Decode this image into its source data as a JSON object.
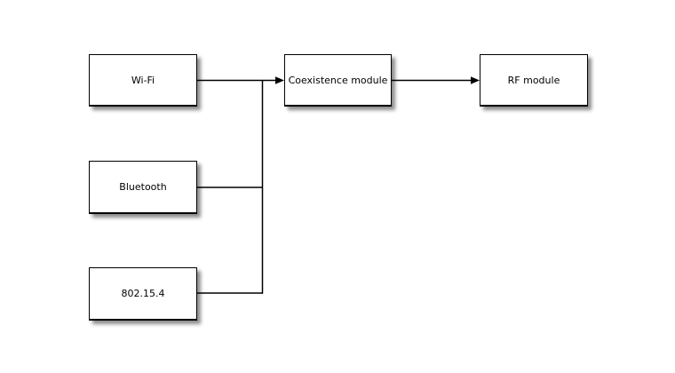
{
  "diagram": {
    "background_color": "#ffffff",
    "node_fill_color": "#ffffff",
    "node_border_color": "#000000",
    "connector_color": "#000000",
    "nodes": [
      {
        "id": "wifi",
        "label": "Wi-Fi"
      },
      {
        "id": "bluetooth",
        "label": "Bluetooth"
      },
      {
        "id": "ieee-802-15-4",
        "label": "802.15.4"
      },
      {
        "id": "coexistence-module",
        "label": "Coexistence module"
      },
      {
        "id": "rf-module",
        "label": "RF module"
      }
    ],
    "edges": [
      {
        "from": "Wi-Fi",
        "to": "Coexistence module",
        "arrow": true
      },
      {
        "from": "Bluetooth",
        "to": "Coexistence module",
        "arrow": true,
        "joins_trunk": true
      },
      {
        "from": "802.15.4",
        "to": "Coexistence module",
        "arrow": true,
        "joins_trunk": true
      },
      {
        "from": "Coexistence module",
        "to": "RF module",
        "arrow": true
      }
    ]
  }
}
